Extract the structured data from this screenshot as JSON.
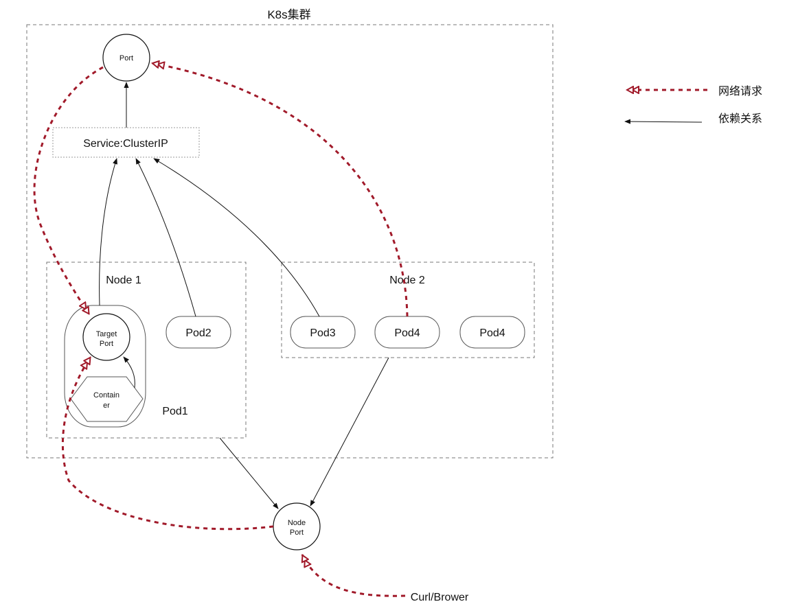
{
  "cluster": {
    "title": "K8s集群"
  },
  "nodes": {
    "port": {
      "label": "Port"
    },
    "service": {
      "label": "Service:ClusterIP"
    },
    "node1": {
      "title": "Node 1"
    },
    "node2": {
      "title": "Node 2"
    },
    "pod1": {
      "label": "Pod1"
    },
    "target_port": {
      "line1": "Target",
      "line2": "Port"
    },
    "container": {
      "line1": "Contain",
      "line2": "er"
    },
    "pod2": {
      "label": "Pod2"
    },
    "pod3": {
      "label": "Pod3"
    },
    "pod4a": {
      "label": "Pod4"
    },
    "pod4b": {
      "label": "Pod4"
    },
    "node_port": {
      "line1": "Node",
      "line2": "Port"
    },
    "client": {
      "label": "Curl/Brower"
    }
  },
  "legend": {
    "network_request": "网络请求",
    "dependency": "依赖关系"
  },
  "colors": {
    "request": "#a11a2a",
    "dependency": "#111111",
    "dashed_border": "#777777"
  }
}
